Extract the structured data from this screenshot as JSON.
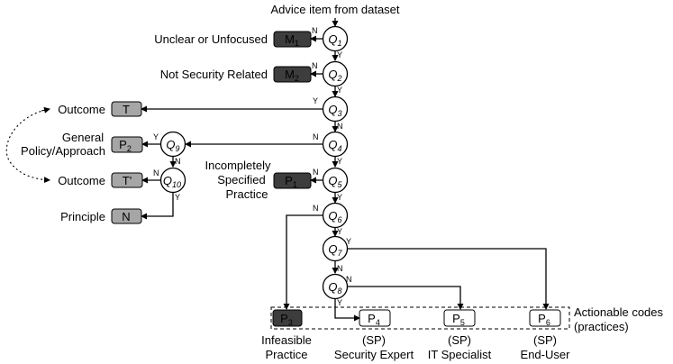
{
  "start_label": "Advice item from dataset",
  "questions": [
    {
      "id": "q1",
      "letter": "Q",
      "sub": "1"
    },
    {
      "id": "q2",
      "letter": "Q",
      "sub": "2"
    },
    {
      "id": "q3",
      "letter": "Q",
      "sub": "3"
    },
    {
      "id": "q4",
      "letter": "Q",
      "sub": "4"
    },
    {
      "id": "q5",
      "letter": "Q",
      "sub": "5"
    },
    {
      "id": "q6",
      "letter": "Q",
      "sub": "6"
    },
    {
      "id": "q7",
      "letter": "Q",
      "sub": "7"
    },
    {
      "id": "q8",
      "letter": "Q",
      "sub": "8"
    },
    {
      "id": "q9",
      "letter": "Q",
      "sub": "9"
    },
    {
      "id": "q10",
      "letter": "Q",
      "sub": "10"
    }
  ],
  "codes": {
    "m1": {
      "main": "M",
      "sub": "1",
      "fill": "#3d3d3d",
      "text_color": "#ffffff"
    },
    "m2": {
      "main": "M",
      "sub": "2",
      "fill": "#3d3d3d",
      "text_color": "#ffffff"
    },
    "t": {
      "main": "T",
      "sub": "",
      "fill": "#a6a6a6",
      "text_color": "#000000"
    },
    "p2": {
      "main": "P",
      "sub": "2",
      "fill": "#a6a6a6",
      "text_color": "#000000"
    },
    "t2": {
      "main": "T'",
      "sub": "",
      "fill": "#a6a6a6",
      "text_color": "#000000"
    },
    "n": {
      "main": "N",
      "sub": "",
      "fill": "#a6a6a6",
      "text_color": "#000000"
    },
    "p1": {
      "main": "P",
      "sub": "1",
      "fill": "#3d3d3d",
      "text_color": "#ffffff"
    },
    "p3": {
      "main": "P",
      "sub": "3",
      "fill": "#3d3d3d",
      "text_color": "#ffffff"
    },
    "p4": {
      "main": "P",
      "sub": "4",
      "fill": "#ffffff",
      "text_color": "#000000"
    },
    "p5": {
      "main": "P",
      "sub": "5",
      "fill": "#ffffff",
      "text_color": "#000000"
    },
    "p6": {
      "main": "P",
      "sub": "6",
      "fill": "#ffffff",
      "text_color": "#000000"
    }
  },
  "labels": {
    "m1": "Unclear or Unfocused",
    "m2": "Not Security Related",
    "t": "Outcome",
    "p2_line1": "General",
    "p2_line2": "Policy/Approach",
    "t2": "Outcome",
    "n": "Principle",
    "p1_line1": "Incompletely",
    "p1_line2": "Specified",
    "p1_line3": "Practice",
    "p3_line1": "Infeasible",
    "p3_line2": "Practice",
    "p4_line1": "(SP)",
    "p4_line2": "Security Expert",
    "p5_line1": "(SP)",
    "p5_line2": "IT Specialist",
    "p6_line1": "(SP)",
    "p6_line2": "End-User",
    "actionable_line1": "Actionable codes",
    "actionable_line2": "(practices)"
  },
  "edge_labels": {
    "yes": "Y",
    "no": "N"
  }
}
